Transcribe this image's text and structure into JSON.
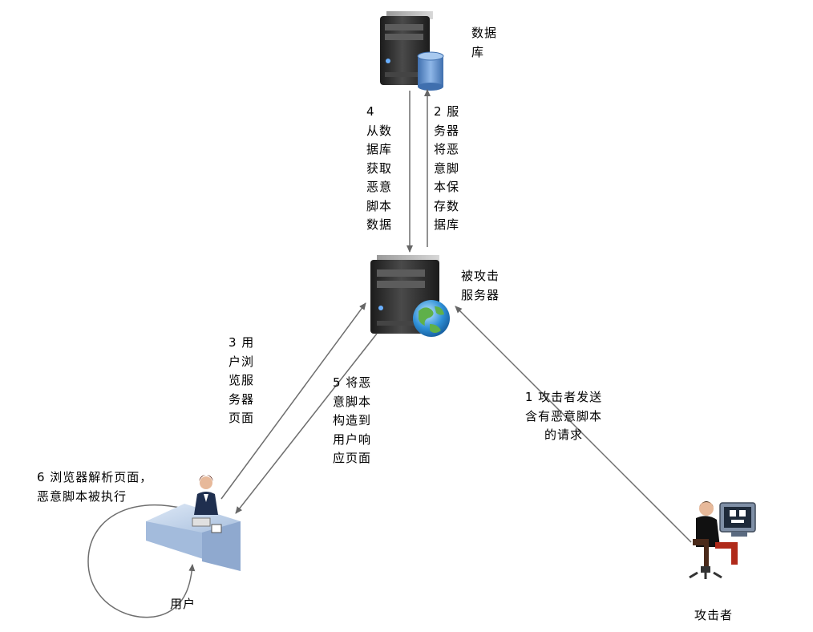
{
  "nodes": {
    "database": {
      "label": "数据\n库"
    },
    "server": {
      "label": "被攻击\n服务器"
    },
    "user": {
      "label": "用户"
    },
    "attacker": {
      "label": "攻击者"
    }
  },
  "steps": {
    "step1": "1 攻击者发送\n含有恶意脚本\n的请求",
    "step2": "2 服\n务器\n将恶\n意脚\n本保\n存数\n据库",
    "step3": "3 用\n户浏\n览服\n务器\n页面",
    "step4": "4\n从数\n据库\n获取\n恶意\n脚本\n数据",
    "step5": "5 将恶\n意脚本\n构造到\n用户响\n应页面",
    "step6": "6 浏览器解析页面，\n恶意脚本被执行"
  },
  "colors": {
    "arrow": "#6e6e6e",
    "server_body": "#2a2a2a",
    "database_cylinder": "#6f9fd8",
    "globe": "#3aa0e0",
    "desk": "#b9cce6"
  }
}
